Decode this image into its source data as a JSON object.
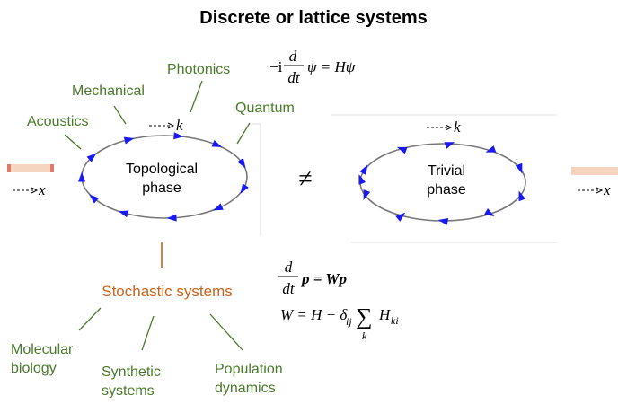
{
  "title": "Discrete or lattice systems",
  "wave_areas": [
    "Photonics",
    "Mechanical",
    "Quantum",
    "Acoustics"
  ],
  "phases": {
    "topological": [
      "Topological",
      "phase"
    ],
    "trivial": [
      "Trivial",
      "phase"
    ],
    "not_equal": "≠"
  },
  "axes": {
    "k": "k",
    "x": "x"
  },
  "equations": {
    "schrodinger": {
      "prefix": "−i",
      "d": "d",
      "dt": "dt",
      "rhs": "ψ = Hψ"
    },
    "master": {
      "d": "d",
      "dt": "dt",
      "rhs": "p = Wp"
    },
    "rate_matrix": {
      "lhs": "W = H − δ",
      "sub_ij": "ij",
      "sum": "∑",
      "sub_k": "k",
      "h": "H",
      "sub_ki": "ki"
    }
  },
  "stochastic": {
    "label": "Stochastic systems",
    "examples": [
      [
        "Molecular",
        "biology"
      ],
      [
        "Synthetic",
        "systems"
      ],
      [
        "Population",
        "dynamics"
      ]
    ]
  },
  "colors": {
    "green": "#4a7a2b",
    "orange": "#c9631f",
    "arrow_blue": "#1a1af0",
    "ellipse": "#777777",
    "bar_left": "#e07a6a",
    "bar_right": "#f6d5c0"
  }
}
